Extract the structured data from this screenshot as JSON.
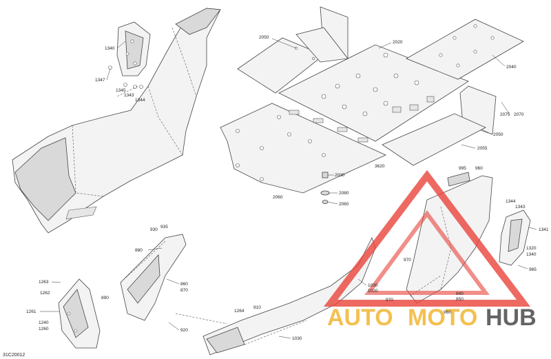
{
  "diagram": {
    "reference_code": "31C20012",
    "callouts": [
      {
        "id": "c1340a",
        "text": "1340"
      },
      {
        "id": "c1347",
        "text": "1347"
      },
      {
        "id": "c1345",
        "text": "1345"
      },
      {
        "id": "c1343",
        "text": "1343"
      },
      {
        "id": "c1344a",
        "text": "1344"
      },
      {
        "id": "c2050a",
        "text": "2050"
      },
      {
        "id": "c2020",
        "text": "2020"
      },
      {
        "id": "c2040",
        "text": "2040"
      },
      {
        "id": "c2075",
        "text": "2075"
      },
      {
        "id": "c2070",
        "text": "2070"
      },
      {
        "id": "c2050b",
        "text": "2050"
      },
      {
        "id": "c2055",
        "text": "2055"
      },
      {
        "id": "c3620",
        "text": "3620"
      },
      {
        "id": "c2030",
        "text": "2030"
      },
      {
        "id": "c2080",
        "text": "2080"
      },
      {
        "id": "c2060a",
        "text": "2060"
      },
      {
        "id": "c2060b",
        "text": "2060"
      },
      {
        "id": "c995",
        "text": "995"
      },
      {
        "id": "c960a",
        "text": "960"
      },
      {
        "id": "c1344b",
        "text": "1344"
      },
      {
        "id": "c1343b",
        "text": "1343"
      },
      {
        "id": "c1341",
        "text": "1341"
      },
      {
        "id": "c1320",
        "text": "1320"
      },
      {
        "id": "c1340b",
        "text": "1340"
      },
      {
        "id": "c965",
        "text": "965"
      },
      {
        "id": "c930",
        "text": "930"
      },
      {
        "id": "c935",
        "text": "935"
      },
      {
        "id": "c880",
        "text": "880"
      },
      {
        "id": "c970a",
        "text": "970"
      },
      {
        "id": "c860",
        "text": "860"
      },
      {
        "id": "c870",
        "text": "870"
      },
      {
        "id": "c890",
        "text": "890"
      },
      {
        "id": "c1030a",
        "text": "1030"
      },
      {
        "id": "c1020",
        "text": "1020"
      },
      {
        "id": "c970b",
        "text": "970"
      },
      {
        "id": "c840",
        "text": "840"
      },
      {
        "id": "c850",
        "text": "850"
      },
      {
        "id": "c960b",
        "text": "960"
      },
      {
        "id": "c1263",
        "text": "1263"
      },
      {
        "id": "c1262",
        "text": "1262"
      },
      {
        "id": "c1261",
        "text": "1261"
      },
      {
        "id": "c1240",
        "text": "1240"
      },
      {
        "id": "c1260",
        "text": "1260"
      },
      {
        "id": "c1264",
        "text": "1264"
      },
      {
        "id": "c910",
        "text": "910"
      },
      {
        "id": "c920",
        "text": "920"
      },
      {
        "id": "c1030b",
        "text": "1030"
      }
    ]
  },
  "watermark": {
    "word_1": "AUTO",
    "word_2": "MOTO",
    "word_3": "HUB",
    "colors": {
      "triangle": "#e8433b",
      "accent": "#f2b632",
      "dark": "#4a4a4a"
    }
  }
}
